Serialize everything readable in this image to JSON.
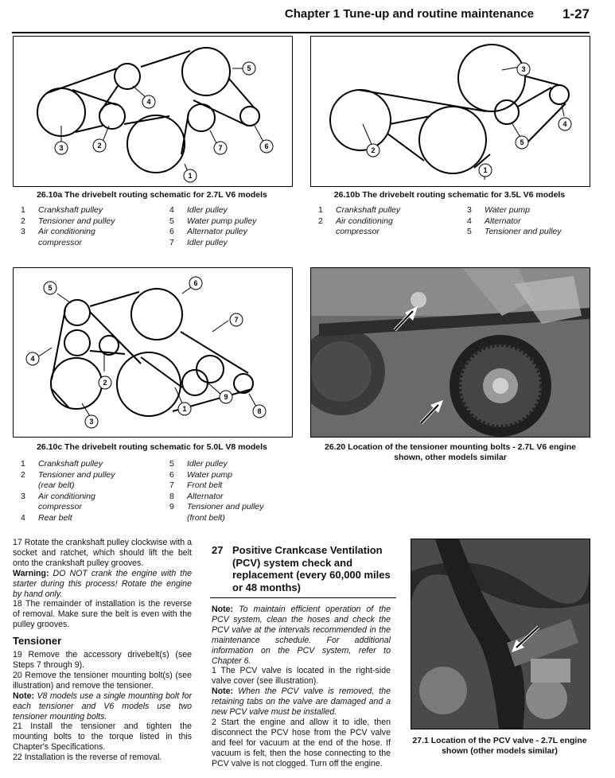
{
  "header": {
    "chapter": "Chapter 1   Tune-up and routine maintenance",
    "page": "1-27"
  },
  "fig_2610a": {
    "caption": "26.10a The drivebelt routing schematic for 2.7L V6 models",
    "callouts": [
      "1",
      "2",
      "3",
      "4",
      "5",
      "6",
      "7"
    ],
    "legend": [
      {
        "n": "1",
        "t": "Crankshaft pulley"
      },
      {
        "n": "2",
        "t": "Tensioner and pulley"
      },
      {
        "n": "3",
        "t": "Air conditioning compressor"
      },
      {
        "n": "4",
        "t": "Idler pulley"
      },
      {
        "n": "5",
        "t": "Water pump pulley"
      },
      {
        "n": "6",
        "t": "Alternator pulley"
      },
      {
        "n": "7",
        "t": "Idler pulley"
      }
    ]
  },
  "fig_2610b": {
    "caption": "26.10b The drivebelt routing schematic for 3.5L V6 models",
    "callouts": [
      "1",
      "2",
      "3",
      "4",
      "5"
    ],
    "legend": [
      {
        "n": "1",
        "t": "Crankshaft pulley"
      },
      {
        "n": "2",
        "t": "Air conditioning compressor"
      },
      {
        "n": "3",
        "t": "Water pump"
      },
      {
        "n": "4",
        "t": "Alternator"
      },
      {
        "n": "5",
        "t": "Tensioner and pulley"
      }
    ]
  },
  "fig_2610c": {
    "caption": "26.10c The drivebelt routing schematic for 5.0L V8 models",
    "callouts": [
      "1",
      "2",
      "3",
      "4",
      "5",
      "6",
      "7",
      "8",
      "9"
    ],
    "legend": [
      {
        "n": "1",
        "t": "Crankshaft pulley"
      },
      {
        "n": "2",
        "t": "Tensioner and pulley (rear belt)"
      },
      {
        "n": "3",
        "t": "Air conditioning compressor"
      },
      {
        "n": "4",
        "t": "Rear belt"
      },
      {
        "n": "5",
        "t": "Idler pulley"
      },
      {
        "n": "6",
        "t": "Water pump"
      },
      {
        "n": "7",
        "t": "Front belt"
      },
      {
        "n": "8",
        "t": "Alternator"
      },
      {
        "n": "9",
        "t": "Tensioner and pulley (front belt)"
      }
    ]
  },
  "fig_2620": {
    "caption": "26.20 Location of the tensioner mounting bolts - 2.7L V6 engine shown, other models similar"
  },
  "fig_271": {
    "caption": "27.1 Location of the PCV valve - 2.7L engine shown (other models similar)"
  },
  "text_left": {
    "p17": "17   Rotate the crankshaft pulley clockwise with a socket and ratchet, which should lift the belt onto the crankshaft pulley grooves.",
    "warning_label": "Warning:",
    "warning": " DO NOT crank the engine with the starter during this process! Rotate the engine by hand only.",
    "p18": "18   The remainder of installation is the reverse of removal. Make sure the belt is even with the pulley grooves.",
    "heading": "Tensioner",
    "p19": "19   Remove the accessory drivebelt(s) (see Steps 7 through 9).",
    "p20": "20   Remove the tensioner mounting bolt(s) (see illustration) and remove the tensioner.",
    "note_label": "Note:",
    "note": " V8 models use a single mounting bolt for each tensioner and V6 models use two tensioner mounting bolts.",
    "p21": "21   Install the tensioner and tighten the mounting bolts to the torque listed in this Chapter's Specifications.",
    "p22": "22   Installation is the reverse of removal."
  },
  "section27": {
    "num": "27",
    "title_lines": [
      "Positive Crankcase Ventilation",
      "(PCV) system check and",
      "replacement (every 60,000 miles",
      "or 48 months)"
    ]
  },
  "text_mid": {
    "note1_label": "Note:",
    "note1": " To maintain efficient operation of the PCV system, clean the hoses and check the PCV valve at the intervals recommended in the maintenance schedule. For additional information on the PCV system, refer to Chapter 6.",
    "p1": "1   The PCV valve is located in the right-side valve cover (see illustration).",
    "note2_label": "Note:",
    "note2": " When the PCV valve is removed, the retaining tabs on the valve are damaged and a new PCV valve must be installed.",
    "p2": "2   Start the engine and allow it to idle, then disconnect the PCV hose from the PCV valve and feel for vacuum at the end of the hose. If vacuum is felt, then the hose connecting to the PCV valve is not clogged. Turn off the engine."
  }
}
